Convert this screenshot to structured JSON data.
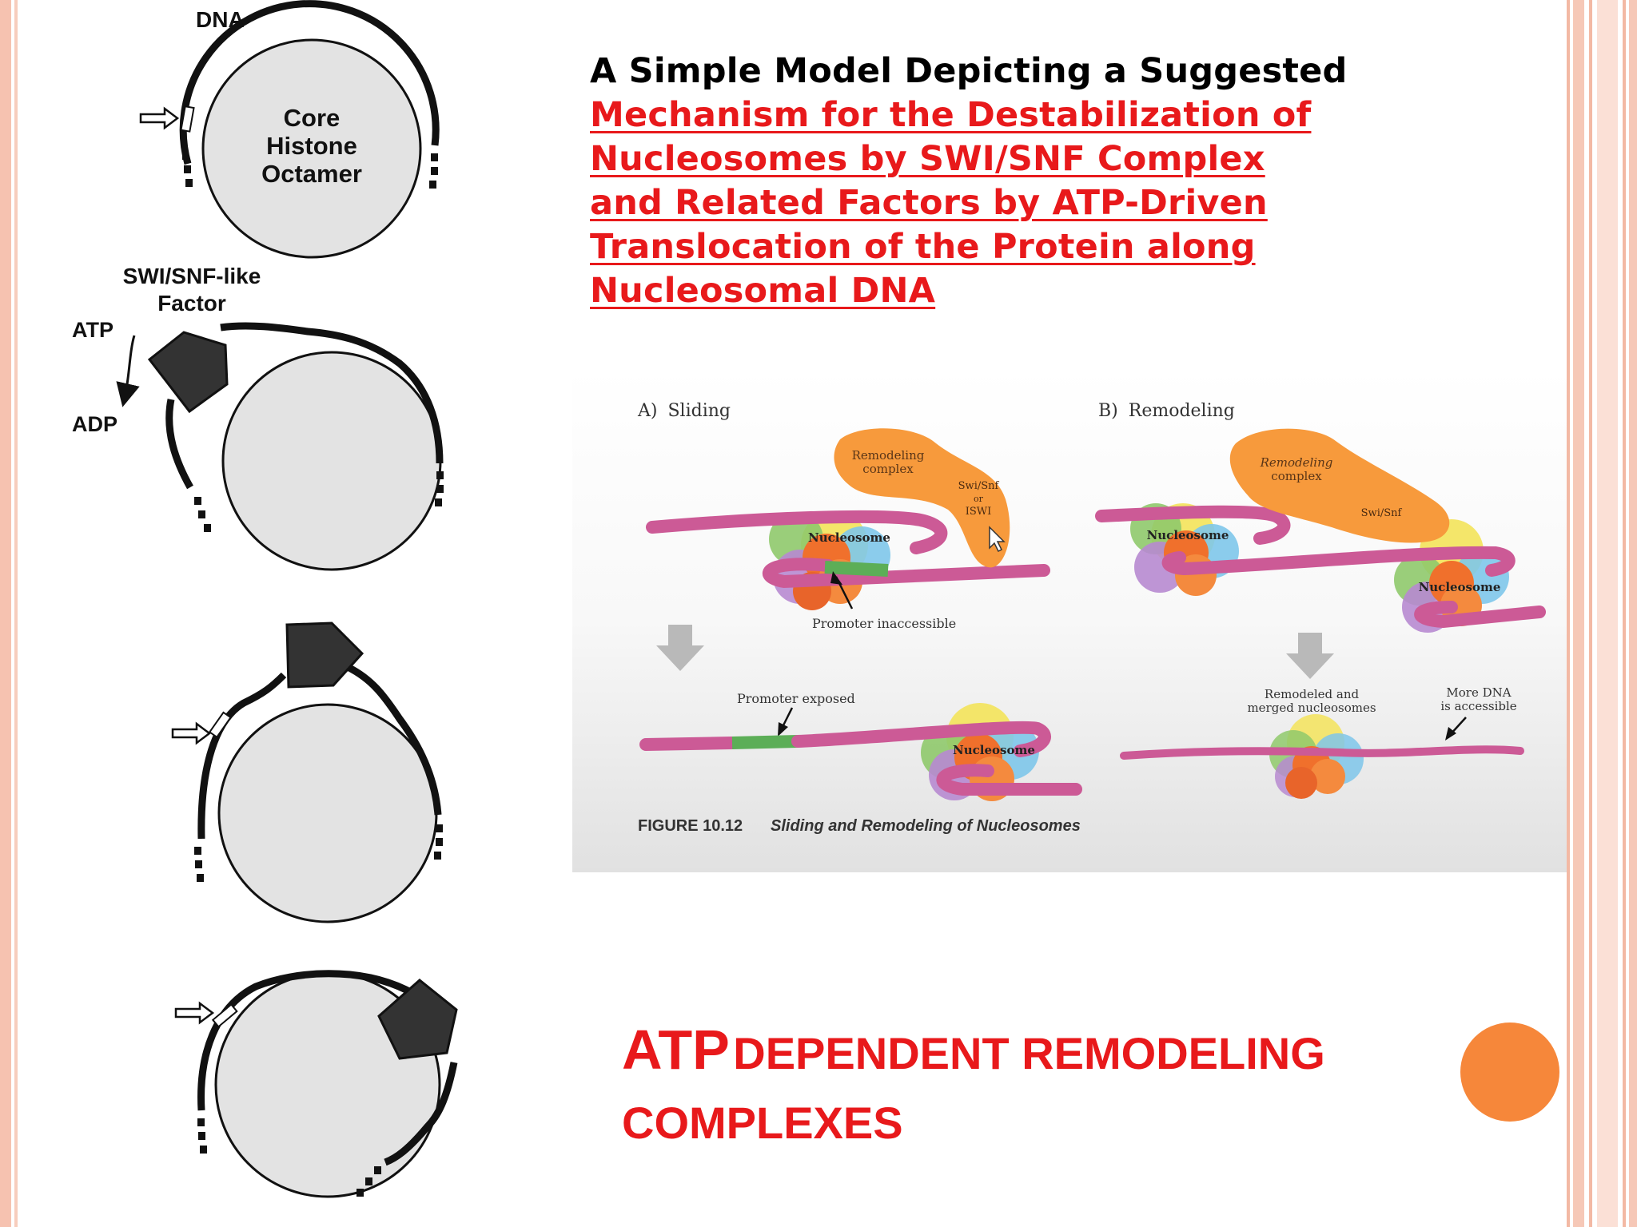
{
  "schematic": {
    "dna_label": "DNA",
    "core_label_lines": [
      "Core",
      "Histone",
      "Octamer"
    ],
    "factor_label_lines": [
      "SWI/SNF-like",
      "Factor"
    ],
    "atp_label": "ATP",
    "adp_label": "ADP"
  },
  "title": {
    "line1": "A Simple Model Depicting a Suggested",
    "linked_lines": [
      "Mechanism for the Destabilization of",
      "Nucleosomes by SWI/SNF Complex",
      "and Related Factors by ATP-Driven",
      "Translocation of the Protein along",
      "Nucleosomal DNA"
    ]
  },
  "figure": {
    "panel_a": {
      "heading_letter": "A)",
      "heading_word": "Sliding"
    },
    "panel_b": {
      "heading_letter": "B)",
      "heading_word": "Remodeling"
    },
    "labels": {
      "remodeling_complex_a": [
        "Remodeling",
        "complex"
      ],
      "swi_snf_or_iswi": [
        "Swi/Snf",
        "or",
        "ISWI"
      ],
      "nucleosome": "Nucleosome",
      "promoter_inaccessible": "Promoter inaccessible",
      "promoter_exposed": "Promoter exposed",
      "remodeling_complex_b": [
        "Remodeling",
        "complex"
      ],
      "swi_snf": "Swi/Snf",
      "remodeled_merged": [
        "Remodeled and",
        "merged nucleosomes"
      ],
      "more_dna": [
        "More DNA",
        "is accessible"
      ]
    },
    "caption_number": "FIGURE 10.12",
    "caption_text": "Sliding and Remodeling of Nucleosomes",
    "colors": {
      "dna": "#cc5a96",
      "promoter": "#5cae57",
      "complex": "#f79a3c",
      "histone_orange": "#f0702c",
      "histone_blue": "#7ec6ea",
      "histone_yellow": "#f3e35a",
      "histone_green": "#8fc96b",
      "histone_purple": "#b78ad0",
      "arrow_gray": "#b9b9b9"
    }
  },
  "heading": {
    "part1": "ATP",
    "part2": "DEPENDENT REMODELING",
    "part3": "COMPLEXES"
  },
  "theme": {
    "accent_red": "#e8191b",
    "bullet_orange": "#f6873a",
    "frame_salmon": "#f6c2b0"
  }
}
